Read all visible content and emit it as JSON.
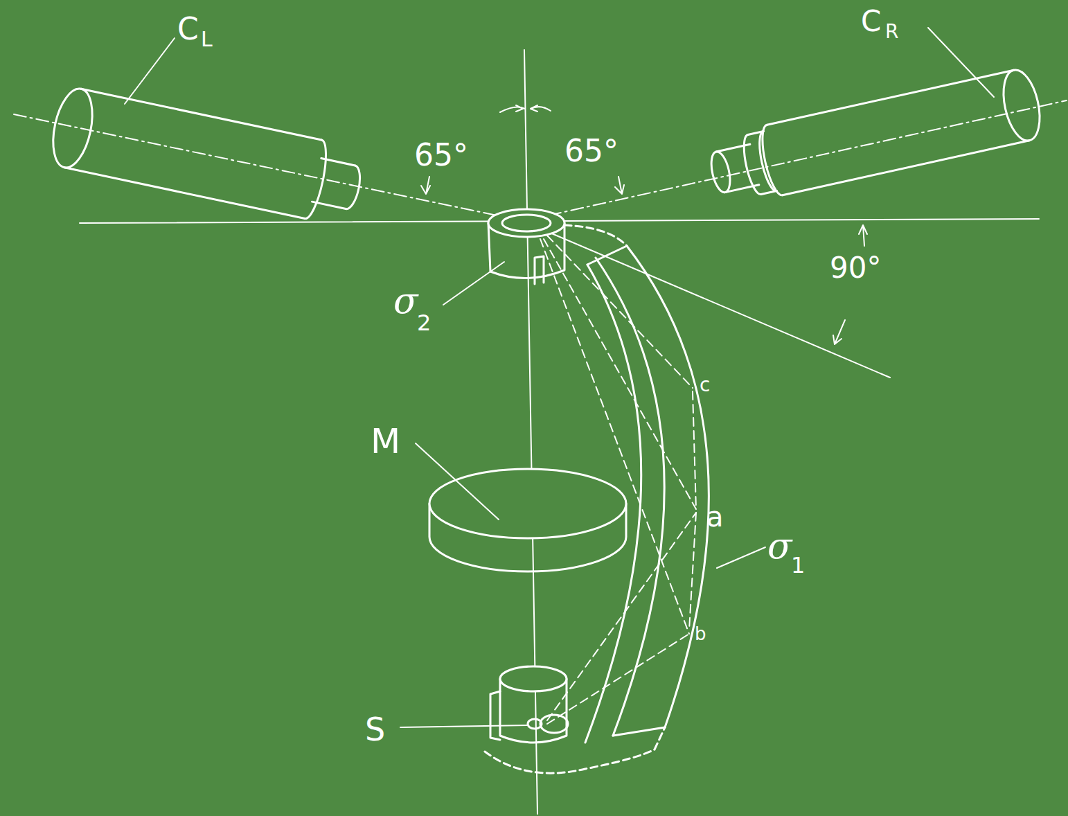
{
  "diagram": {
    "labels": [
      "C",
      "L",
      "C",
      "R",
      "65°",
      "65°",
      "90°",
      "σ",
      "2",
      "M",
      "c",
      "a",
      "σ",
      "1",
      "b",
      "S"
    ]
  }
}
